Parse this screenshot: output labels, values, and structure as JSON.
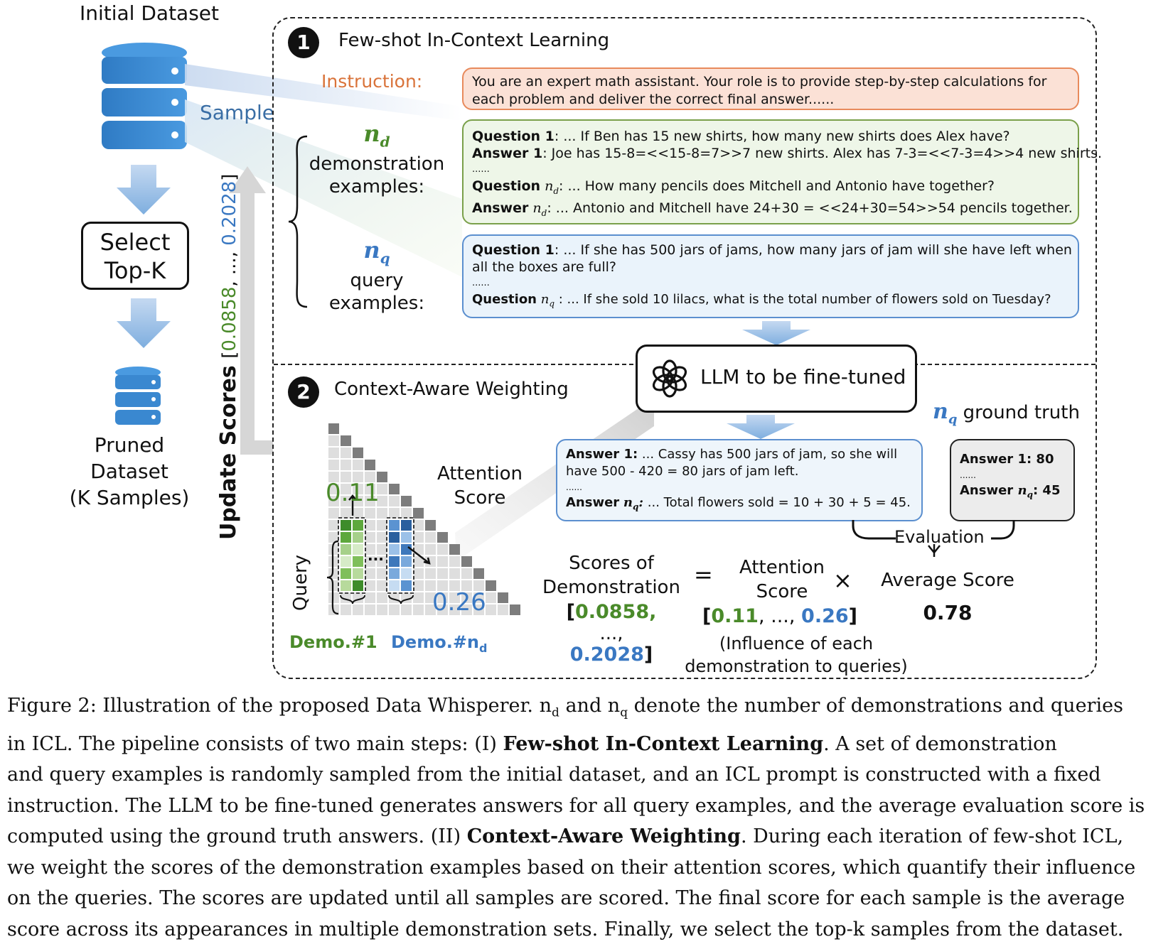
{
  "left": {
    "initial_dataset": "Initial Dataset",
    "sample": "Sample",
    "select_top_k_line1": "Select",
    "select_top_k_line2": "Top-K",
    "pruned_line1": "Pruned",
    "pruned_line2": "Dataset",
    "pruned_line3": "(K Samples)",
    "update_scores": "Update Scores",
    "update_bracket_open": "[",
    "update_v1": "0.0858",
    "update_sep": ", ..., ",
    "update_v2": "0.2028",
    "update_bracket_close": "]"
  },
  "step1": {
    "num": "1",
    "title": "Few-shot In-Context Learning",
    "instruction_label": "Instruction:",
    "instruction_line1": "You are an expert math assistant. Your role is to provide step-by-step calculations for",
    "instruction_line2": "each problem and deliver the correct final answer......",
    "nd_symbol": "n",
    "nd_sub": "d",
    "nd_line1": "demonstration",
    "nd_line2": "examples:",
    "nq_symbol": "n",
    "nq_sub": "q",
    "nq_line1": "query",
    "nq_line2": "examples:",
    "demo_q1_label": "Question 1",
    "demo_q1_text": ": ... If Ben has 15 new shirts, how many new shirts does Alex have?",
    "demo_a1_label": "Answer 1",
    "demo_a1_text": ": Joe has 15-8=<<15-8=7>>7 new shirts. Alex has 7-3=<<7-3=4>>4 new shirts.",
    "demo_dots": "......",
    "demo_qn_label": "Question",
    "demo_qn_text": ": ... How many pencils does Mitchell and Antonio have together?",
    "demo_an_label": "Answer",
    "demo_an_text": ": ... Antonio and Mitchell have 24+30 = <<24+30=54>>54 pencils together.",
    "query_q1_label": "Question 1",
    "query_q1_text": ": ... If she has 500 jars of jams, how many jars of jam will she have left when",
    "query_q1_text2": "all the boxes are full?",
    "query_dots": "......",
    "query_qn_label": "Question",
    "query_qn_text": " : ... If she sold 10 lilacs, what is the total number of flowers sold on Tuesday?"
  },
  "step2": {
    "num": "2",
    "title": "Context-Aware Weighting",
    "llm_label": "LLM to be fine-tuned",
    "gt_symbol": "n",
    "gt_sub": "q",
    "gt_label": "ground truth",
    "attention_line1": "Attention",
    "attention_line2": "Score",
    "val_green": "0.11",
    "val_blue": "0.26",
    "query_label": "Query",
    "demo1": "Demo.#1",
    "demo_nd": "Demo.#n",
    "demo_nd_sub": "d",
    "ans1_label": "Answer 1:",
    "ans1_text": " ... Cassy has 500 jars of jam, so she will",
    "ans1_text2": "have 500 - 420 = 80 jars of jam left.",
    "ans_dots": "......",
    "ansn_label": "Answer",
    "ansn_text": " ... Total flowers sold = 10 + 30 + 5 = 45.",
    "gt1": "Answer 1: 80",
    "gt_dots": "......",
    "gtn_label": "Answer",
    "gtn_value": ": 45",
    "evaluation": "Evaluation",
    "scores_line1": "Scores of",
    "scores_line2": "Demonstration",
    "scores_v1": "0.0858,",
    "scores_dots": "...,",
    "scores_v2": "0.2028",
    "equals": "=",
    "att_line1": "Attention",
    "att_line2": "Score",
    "att_v1": "0.11",
    "att_sep": ", ..., ",
    "att_v2": "0.26",
    "times": "×",
    "avg_label": "Average Score",
    "avg_value": "0.78",
    "influence_line1": "(Influence of each",
    "influence_line2": "demonstration to queries)"
  },
  "caption": {
    "l1": "Figure 2: Illustration of the proposed Data Whisperer. n",
    "l1_sub1": "d",
    "l1_mid": " and n",
    "l1_sub2": "q",
    "l1_end": " denote the number of demonstrations and queries",
    "l2a": "in ICL. The pipeline consists of two main steps: (I) ",
    "l2b": "Few-shot In-Context Learning",
    "l2c": ". A set of demonstration",
    "l3": "and query examples is randomly sampled from the initial dataset, and an ICL prompt is constructed with a fixed",
    "l4": "instruction. The LLM to be fine-tuned generates answers for all query examples, and the average evaluation score is",
    "l5a": "computed using the ground truth answers. (II) ",
    "l5b": "Context-Aware Weighting",
    "l5c": ". During each iteration of few-shot ICL,",
    "l6": "we weight the scores of the demonstration examples based on their attention scores, which quantify their influence",
    "l7": "on the queries. The scores are updated until all samples are scored. The final score for each sample is the average",
    "l8": "score across its appearances in multiple demonstration sets. Finally, we select the top-k samples from the dataset."
  },
  "colors": {
    "green": "#4a8a2a",
    "blue": "#3a78c2",
    "orange": "#d9733a"
  }
}
